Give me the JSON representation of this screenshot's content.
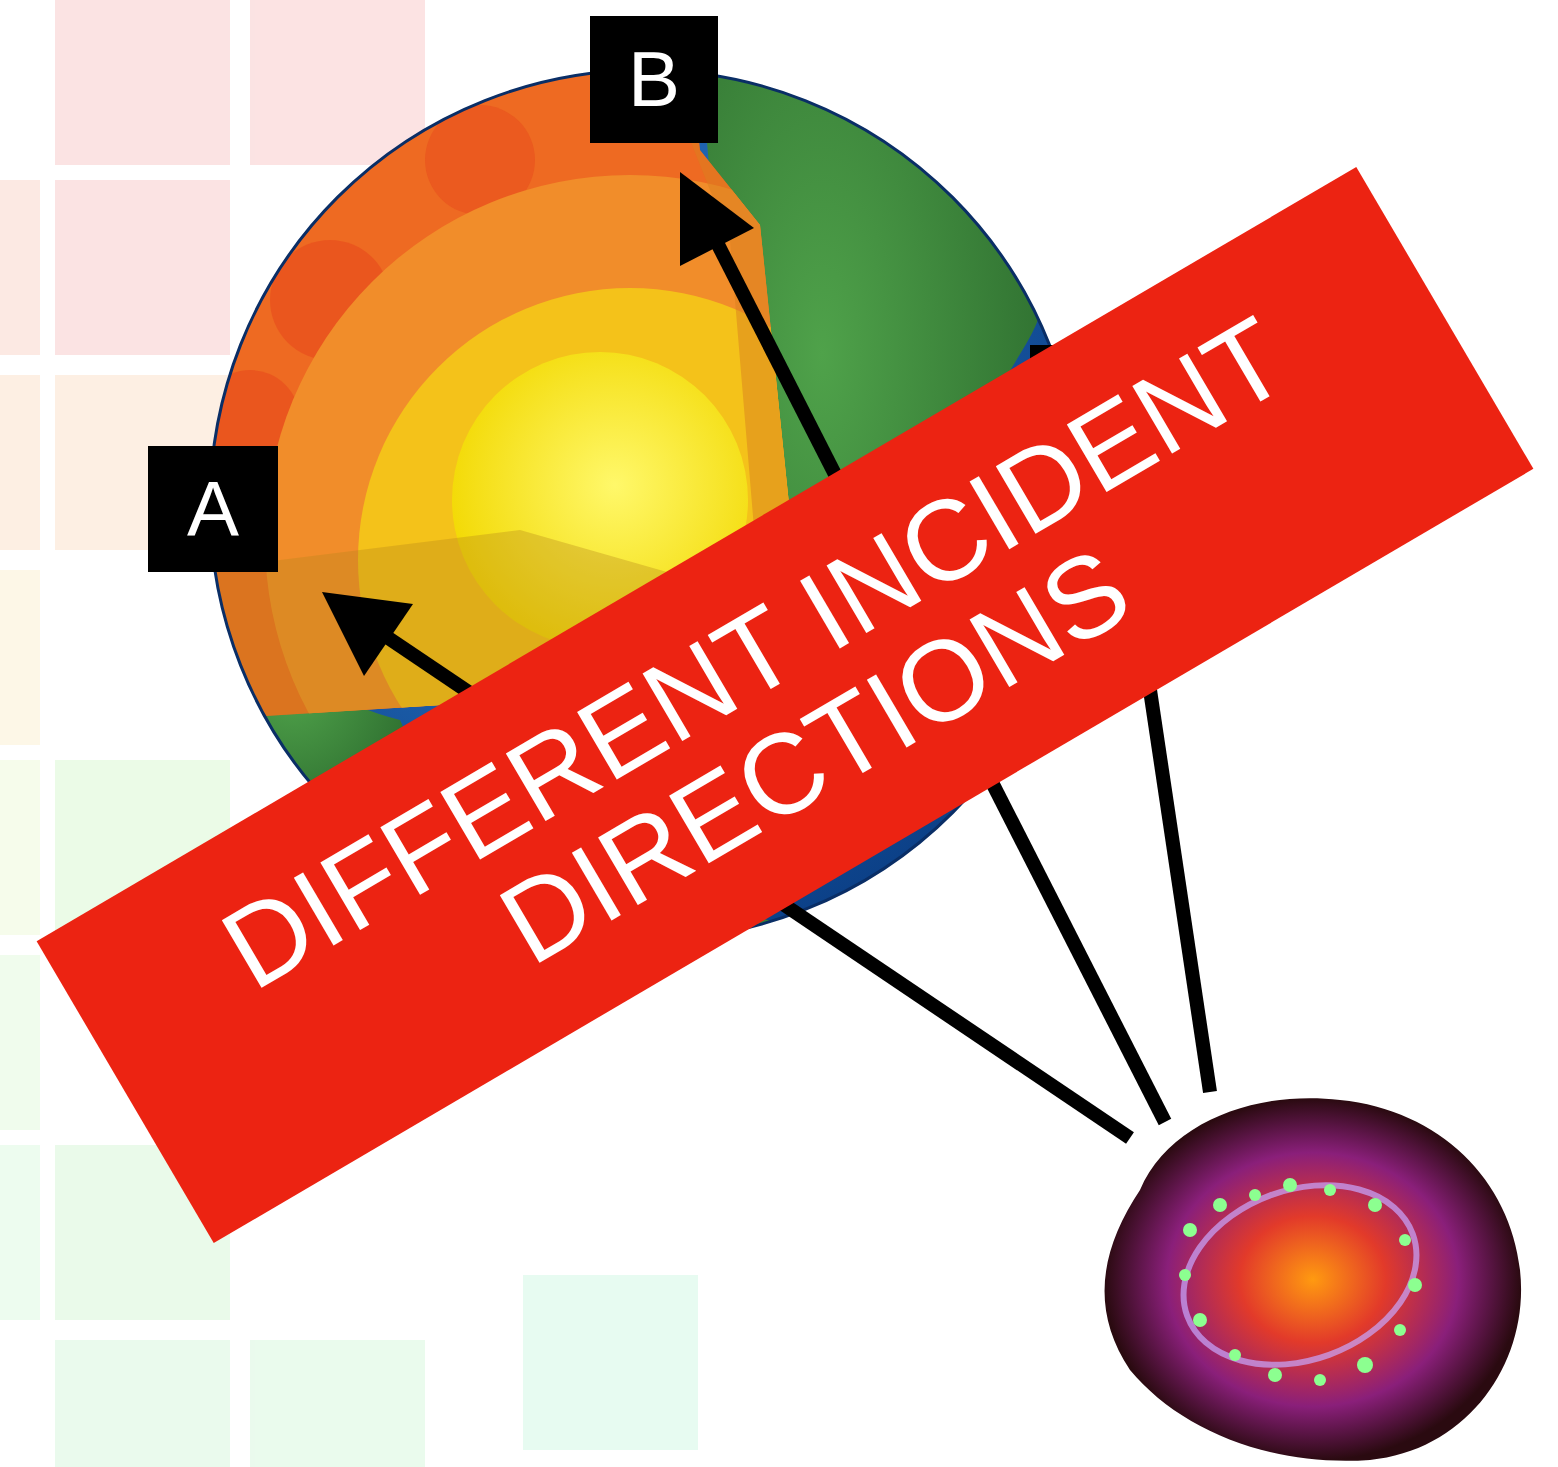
{
  "diagram": {
    "nodes": [
      {
        "text": [
          "B"
        ]
      },
      {
        "text": [
          "A"
        ]
      },
      {
        "text": [
          "DIFFERENT INCIDENT DIRECTIONS"
        ]
      }
    ]
  }
}
